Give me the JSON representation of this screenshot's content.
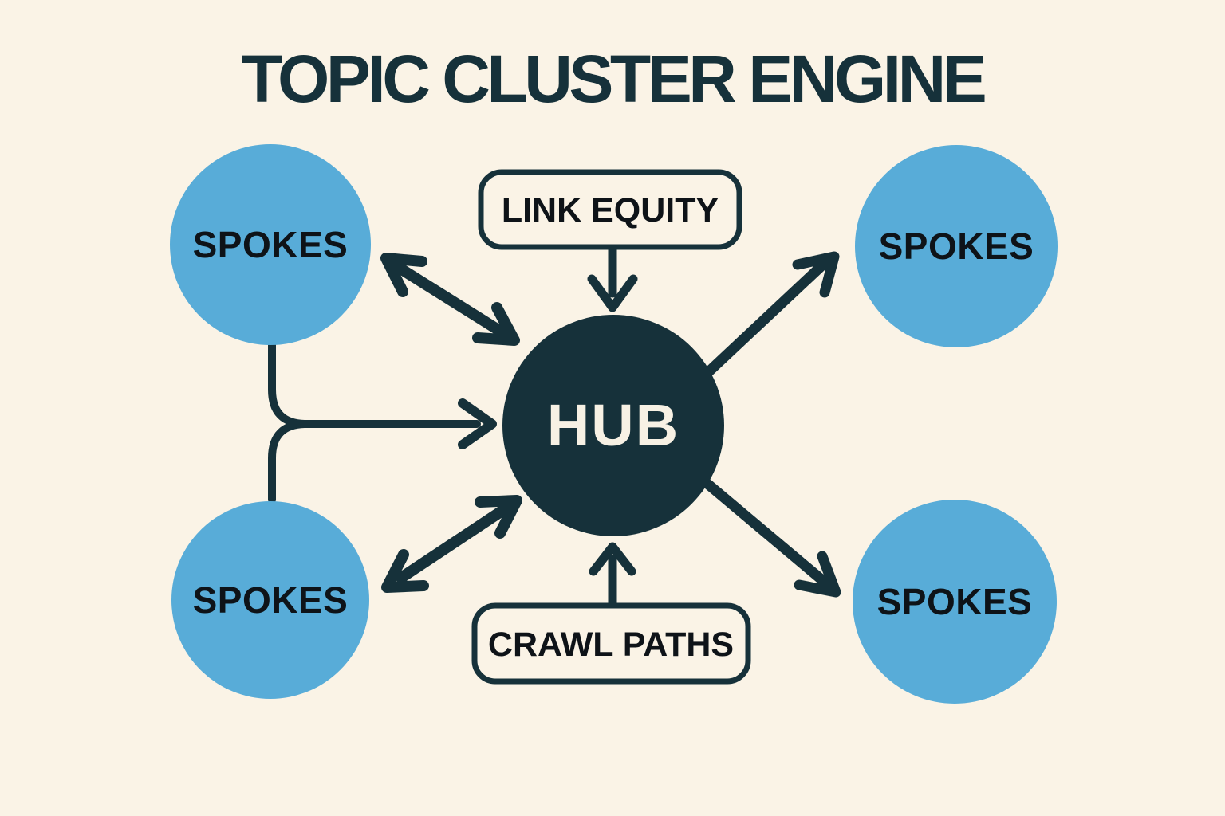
{
  "title": "TOPIC CLUSTER ENGINE",
  "hub": {
    "label": "HUB"
  },
  "spokes": {
    "top_left": {
      "label": "SPOKES"
    },
    "top_right": {
      "label": "SPOKES"
    },
    "bottom_left": {
      "label": "SPOKES"
    },
    "bottom_right": {
      "label": "SPOKES"
    }
  },
  "annotations": {
    "link_equity": {
      "label": "LINK EQUITY"
    },
    "crawl_paths": {
      "label": "CRAWL PATHS"
    }
  },
  "connections": [
    {
      "from": "hub",
      "to": "spoke-top-left",
      "type": "double-headed-arrow"
    },
    {
      "from": "hub",
      "to": "spoke-top-right",
      "type": "arrow"
    },
    {
      "from": "hub",
      "to": "spoke-bottom-left",
      "type": "double-headed-arrow"
    },
    {
      "from": "hub",
      "to": "spoke-bottom-right",
      "type": "arrow"
    },
    {
      "from": "spoke-top-left & spoke-bottom-left",
      "to": "hub",
      "type": "merged-branch-arrow"
    },
    {
      "from": "link-equity-box",
      "to": "hub",
      "type": "arrow"
    },
    {
      "from": "crawl-paths-box",
      "to": "hub",
      "type": "arrow"
    }
  ],
  "colors": {
    "background": "#faf3e6",
    "ink": "#16313a",
    "spoke_blue": "#58acd8",
    "label_black": "#0e1318",
    "hub_text": "#f7f1e4"
  }
}
